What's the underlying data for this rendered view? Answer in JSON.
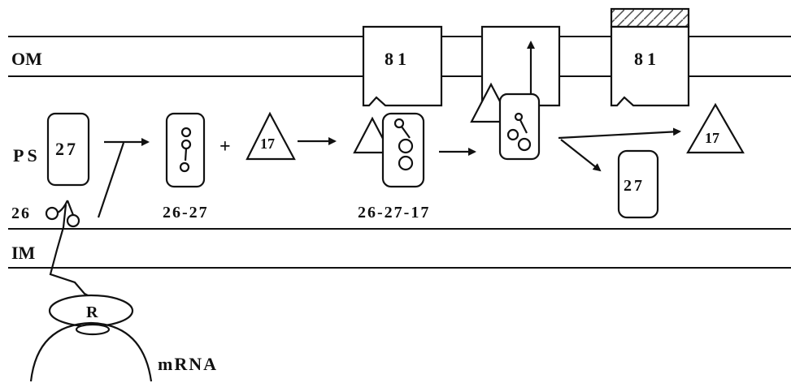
{
  "labels": {
    "om": "OM",
    "ps": "PS",
    "im": "IM",
    "p26": "26",
    "c26_27": "26-27",
    "c26_27_17": "26-27-17",
    "mrna": "mRNA",
    "ribosome": "R",
    "plus": "+"
  },
  "boxes": {
    "left": "27",
    "released": "27"
  },
  "pores": {
    "first": "81",
    "third": "81"
  },
  "triangles": {
    "mid": "17",
    "released": "17"
  },
  "colors": {
    "ink": "#111111",
    "background": "#ffffff"
  }
}
